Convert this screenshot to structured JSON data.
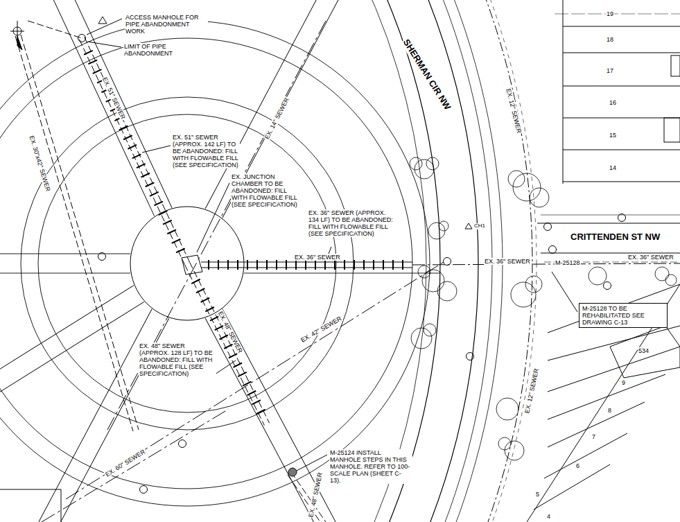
{
  "diagram": {
    "nodes": [
      {
        "text": [
          "M-25128 TO BE REHABILITATED SEE DRAWING C-13"
        ]
      }
    ],
    "labels": [
      "ACCESS MANHOLE FOR PIPE ABANDONMENT WORK",
      "LIMIT OF PIPE ABANDONMENT",
      "EX. 51\" SEWER",
      "EX. 30\"x42\" SEWER",
      "EX. 14\" SEWER",
      "EX. 51\" SEWER (APPROX. 142 LF) TO BE ABANDONED: FILL WITH FLOWABLE FILL (SEE SPECIFICATION)",
      "EX. JUNCTION CHAMBER TO BE ABANDONED: FILL WITH FLOWABLE FILL (SEE SPECIFICATION)",
      "EX. 36\" SEWER (APPROX. 134 LF) TO BE ABANDONED: FILL WITH FLOWABLE FILL (SEE SPECIFICATION)",
      "EX. 36\" SEWER",
      "SHERMAN CIR NW",
      "EX. 12\" SEWER",
      "CRITTENDEN ST NW",
      "EX. 36\" SEWER",
      "M-25128",
      "EX. 36\" SEWER",
      "EX. 42\" SEWER",
      "EX. 48\" SEWER",
      "EX. 48\" SEWER (APPROX. 128 LF) TO BE ABANDONED: FILL WITH FLOWABLE FILL (SEE SPECIFICATION)",
      "EX. 60\" SEWER",
      "M-25124 INSTALL MANHOLE STEPS IN THIS MANHOLE. REFER TO 100-SCALE PLAN (SHEET C-13).",
      "EX. 48\" SEWER",
      "EX. 12\" SEWER",
      "CH1",
      "19",
      "18",
      "17",
      "16",
      "15",
      "14",
      "534",
      "9",
      "8",
      "7",
      "6",
      "5",
      "4"
    ]
  }
}
